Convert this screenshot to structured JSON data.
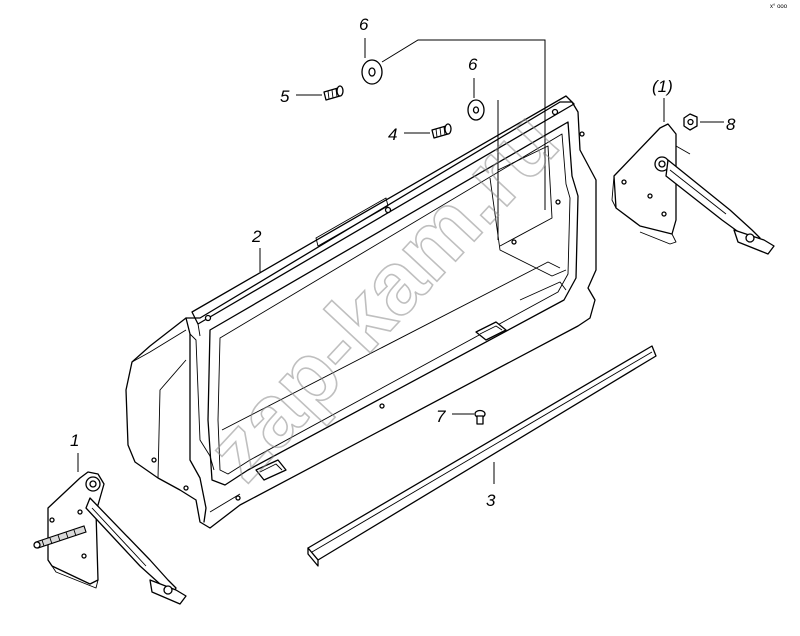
{
  "labels": {
    "l1": "1",
    "l1p": "(1)",
    "l2": "2",
    "l3": "3",
    "l4": "4",
    "l5": "5",
    "l6a": "6",
    "l6b": "6",
    "l7": "7",
    "l8": "8"
  },
  "watermark": "zap-kam.ru",
  "corner_mark": "x° ooo",
  "colors": {
    "line": "#000000",
    "watermark": "#8c8c8c",
    "background": "#ffffff"
  }
}
